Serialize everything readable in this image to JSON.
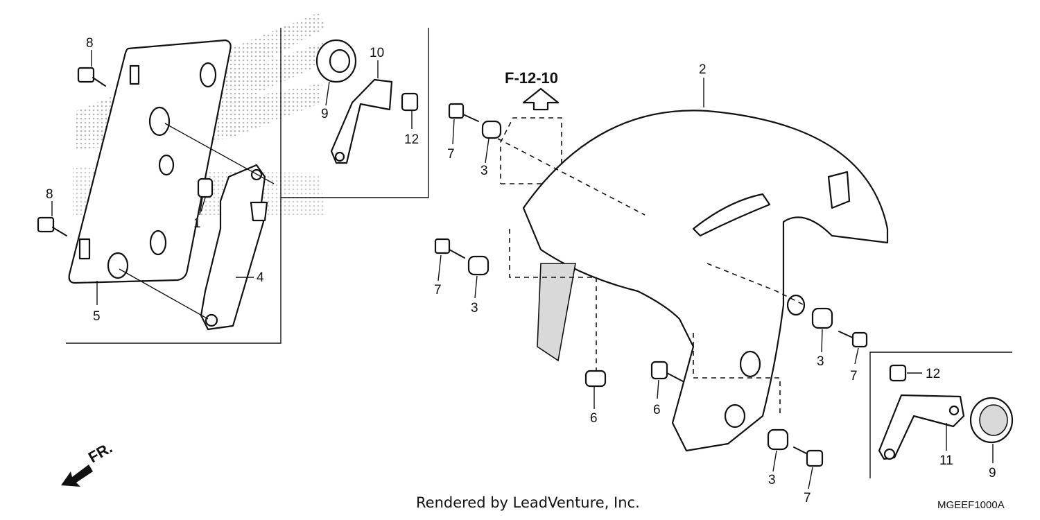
{
  "diagram": {
    "reference": "F-12-10",
    "footer": "Rendered by LeadVenture, Inc.",
    "code": "MGEEF1000A",
    "direction_label": "FR.",
    "callouts": [
      {
        "id": "c-8a",
        "text": "8"
      },
      {
        "id": "c-8b",
        "text": "8"
      },
      {
        "id": "c-1",
        "text": "1"
      },
      {
        "id": "c-4",
        "text": "4"
      },
      {
        "id": "c-5",
        "text": "5"
      },
      {
        "id": "c-9a",
        "text": "9"
      },
      {
        "id": "c-10",
        "text": "10"
      },
      {
        "id": "c-12a",
        "text": "12"
      },
      {
        "id": "c-2",
        "text": "2"
      },
      {
        "id": "c-7a",
        "text": "7"
      },
      {
        "id": "c-3a",
        "text": "3"
      },
      {
        "id": "c-7b",
        "text": "7"
      },
      {
        "id": "c-3b",
        "text": "3"
      },
      {
        "id": "c-6a",
        "text": "6"
      },
      {
        "id": "c-6b",
        "text": "6"
      },
      {
        "id": "c-3c",
        "text": "3"
      },
      {
        "id": "c-7c",
        "text": "7"
      },
      {
        "id": "c-3d",
        "text": "3"
      },
      {
        "id": "c-7d",
        "text": "7"
      },
      {
        "id": "c-12b",
        "text": "12"
      },
      {
        "id": "c-11",
        "text": "11"
      },
      {
        "id": "c-9b",
        "text": "9"
      }
    ]
  }
}
